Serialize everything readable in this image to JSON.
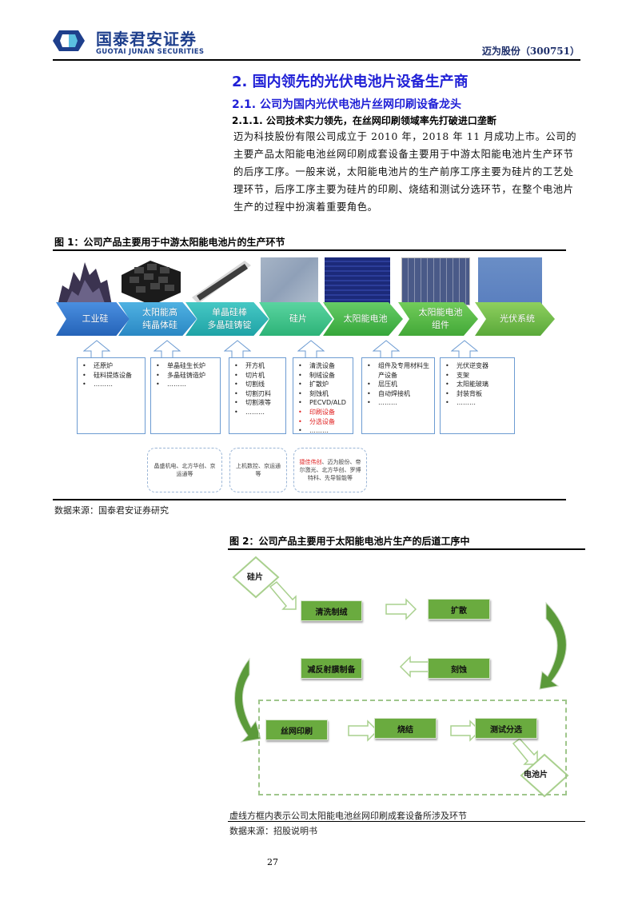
{
  "header": {
    "brand_cn": "国泰君安证券",
    "brand_en": "GUOTAI JUNAN SECURITIES",
    "stock": "迈为股份（300751）",
    "brand_color": "#1e3f8c"
  },
  "section": {
    "h1": "2.  国内领先的光伏电池片设备生产商",
    "h2": "2.1.  公司为国内光伏电池片丝网印刷设备龙头",
    "h3": "2.1.1.   公司技术实力领先，在丝网印刷领域率先打破进口垄断",
    "paragraph": "迈为科技股份有限公司成立于 2010 年，2018 年 11 月成功上市。公司的主要产品太阳能电池丝网印刷成套设备主要用于中游太阳能电池片生产环节的后序工序。一般来说，太阳能电池片的生产前序工序主要为硅片的工艺处理环节，后序工序主要为硅片的印刷、烧结和测试分选环节，在整个电池片生产的过程中扮演着重要角色。",
    "heading_color": "#1f1fd6"
  },
  "figure1": {
    "title": "图 1：公司产品主要用于中游太阳能电池片的生产环节",
    "source": "数据来源：国泰君安证券研究",
    "stages": [
      {
        "label": "工业硅",
        "color": "#2f74c8"
      },
      {
        "label": "太阳能高\n纯晶体硅",
        "color": "#3598cf"
      },
      {
        "label": "单晶硅棒\n多晶硅铸锭",
        "color": "#2cb4b4"
      },
      {
        "label": "硅片",
        "color": "#3cbf8a"
      },
      {
        "label": "太阳能电池",
        "color": "#45b04a"
      },
      {
        "label": "太阳能电池\n组件",
        "color": "#4fb444"
      },
      {
        "label": "光伏系统",
        "color": "#6cb33e"
      }
    ],
    "equipment": [
      {
        "items": [
          "还原炉",
          "硅料提炼设备",
          "………"
        ],
        "red": []
      },
      {
        "items": [
          "单晶硅生长炉",
          "多晶硅铸造炉",
          "………"
        ],
        "red": []
      },
      {
        "items": [
          "开方机",
          "切片机",
          "切割线",
          "切割刃料",
          "切割液等",
          "………"
        ],
        "red": []
      },
      {
        "items": [
          "清洗设备",
          "制绒设备",
          "扩散炉",
          "刻蚀机",
          "PECVD/ALD",
          "印刷设备",
          "分选设备",
          "………"
        ],
        "red": [
          5,
          6
        ]
      },
      {
        "items": [
          "组件及专用材料生产设备",
          "层压机",
          "自动焊接机",
          "………"
        ],
        "red": []
      },
      {
        "items": [
          "光伏逆变器",
          "支架",
          "太阳能玻璃",
          "封装背板",
          "………"
        ],
        "red": []
      }
    ],
    "suppliers": [
      {
        "text": "晶盛机电、北方华创、京运通等"
      },
      {
        "text": "上机数控、京运通等"
      },
      {
        "highlight": "捷佳伟创",
        "text": "、迈为股份、帝尔激光、北方华创、罗博特科、先导智能等"
      }
    ]
  },
  "figure2": {
    "title": "图 2：公司产品主要用于太阳能电池片生产的后道工序中",
    "start": "硅片",
    "steps": [
      "清洗制绒",
      "扩散",
      "刻蚀",
      "减反射膜制备",
      "丝网印刷",
      "烧结",
      "测试分选"
    ],
    "end": "电池片",
    "note": "虚线方框内表示公司太阳能电池丝网印刷成套设备所涉及环节",
    "source": "数据来源：招股说明书",
    "box_color": "#6aab3f"
  },
  "page_number": "27"
}
